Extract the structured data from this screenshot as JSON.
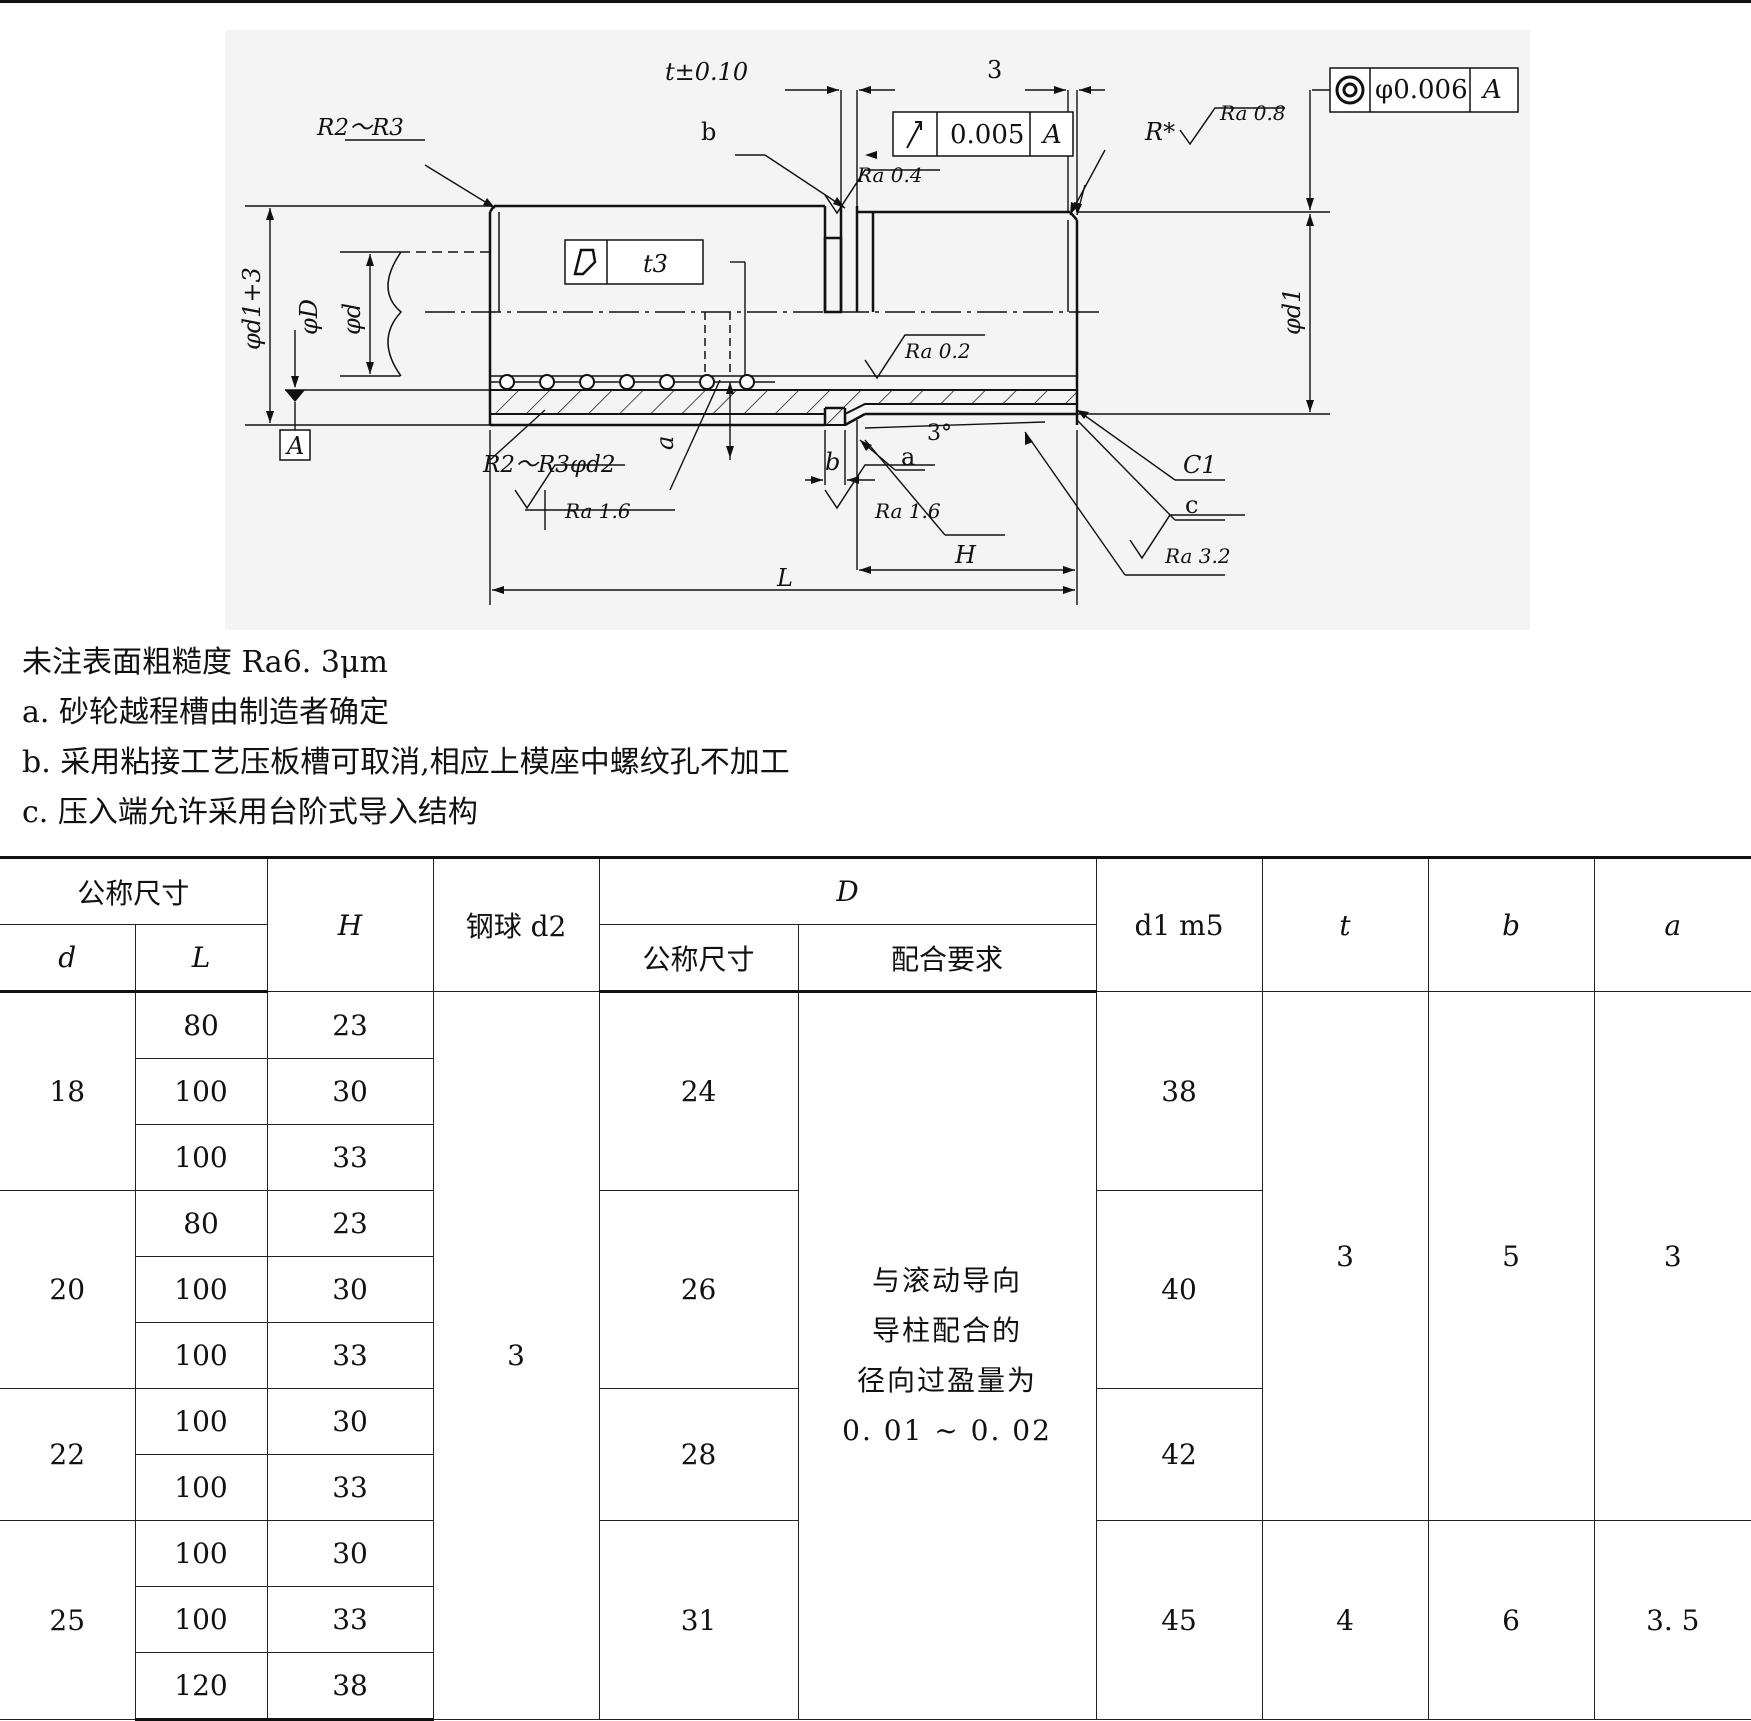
{
  "drawing": {
    "labels": {
      "r2r3_top": "R2～R3",
      "t_tol": "t±0.10",
      "three_top": "3",
      "b_top": "b",
      "runout_value": "0.005",
      "runout_datum": "A",
      "r_star": "R*",
      "ra_08": "Ra 0.8",
      "ra_04": "Ra 0.4",
      "conc_value": "φ0.006",
      "conc_datum": "A",
      "flat_tol": "t3",
      "phi_d1_3": "φd1+3",
      "phi_D": "φD",
      "phi_d": "φd",
      "phi_d1": "φd1",
      "ra_02": "Ra 0.2",
      "datum_A": "A",
      "r2r3_bottom": "R2～R3",
      "phi_d2": "φd2",
      "a_dim": "a",
      "b_bottom": "b",
      "note_a": "a",
      "three_deg": "3°",
      "c1": "C1",
      "note_c": "c",
      "ra_16_left": "Ra 1.6",
      "ra_16_right": "Ra 1.6",
      "H": "H",
      "ra_32": "Ra 3.2",
      "L": "L"
    }
  },
  "notes": {
    "roughness": "未注表面粗糙度 Ra6. 3μm",
    "a": "a. 砂轮越程槽由制造者确定",
    "b": "b. 采用粘接工艺压板槽可取消,相应上模座中螺纹孔不加工",
    "c": "c. 压入端允许采用台阶式导入结构"
  },
  "table": {
    "headers": {
      "nominal": "公称尺寸",
      "d": "d",
      "L": "L",
      "H": "H",
      "ball": "钢球 d2",
      "D": "D",
      "D_nominal": "公称尺寸",
      "D_fit": "配合要求",
      "d1": "d1 m5",
      "t": "t",
      "b": "b",
      "a": "a"
    },
    "groups": [
      {
        "d": "18",
        "D": "24",
        "d1": "38",
        "rows": [
          {
            "L": "80",
            "H": "23"
          },
          {
            "L": "100",
            "H": "30"
          },
          {
            "L": "100",
            "H": "33"
          }
        ]
      },
      {
        "d": "20",
        "D": "26",
        "d1": "40",
        "rows": [
          {
            "L": "80",
            "H": "23"
          },
          {
            "L": "100",
            "H": "30"
          },
          {
            "L": "100",
            "H": "33"
          }
        ]
      },
      {
        "d": "22",
        "D": "28",
        "d1": "42",
        "rows": [
          {
            "L": "100",
            "H": "30"
          },
          {
            "L": "100",
            "H": "33"
          }
        ]
      },
      {
        "d": "25",
        "D": "31",
        "d1": "45",
        "rows": [
          {
            "L": "100",
            "H": "30"
          },
          {
            "L": "100",
            "H": "33"
          },
          {
            "L": "120",
            "H": "38"
          }
        ]
      }
    ],
    "ball_value": "3",
    "fit_requirement": [
      "与滚动导向",
      "导柱配合的",
      "径向过盈量为",
      "0. 01 ~ 0. 02"
    ],
    "tba_first": {
      "t": "3",
      "b": "5",
      "a": "3"
    },
    "tba_last": {
      "t": "4",
      "b": "6",
      "a": "3. 5"
    }
  }
}
